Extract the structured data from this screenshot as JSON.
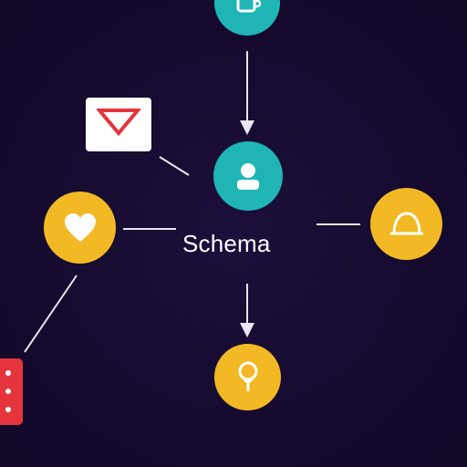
{
  "diagram": {
    "center_label": "Schema",
    "nodes": [
      {
        "id": "top",
        "icon": "cup-icon",
        "color": "#1fb5b4"
      },
      {
        "id": "center",
        "icon": "user-icon",
        "color": "#1fb5b4"
      },
      {
        "id": "left",
        "icon": "heart-icon",
        "color": "#f2b925"
      },
      {
        "id": "right",
        "icon": "bell-icon",
        "color": "#f2b925"
      },
      {
        "id": "bottom",
        "icon": "lightbulb-icon",
        "color": "#f2b925"
      },
      {
        "id": "envelope",
        "icon": "envelope-icon",
        "color": "#ffffff"
      },
      {
        "id": "side",
        "icon": "dots-icon",
        "color": "#e5343c"
      }
    ],
    "edges": [
      {
        "from": "top",
        "to": "center",
        "arrow": true
      },
      {
        "from": "envelope",
        "to": "center",
        "arrow": false
      },
      {
        "from": "left",
        "to": "center",
        "arrow": false
      },
      {
        "from": "right",
        "to": "center",
        "arrow": false
      },
      {
        "from": "center",
        "to": "bottom",
        "arrow": true
      },
      {
        "from": "left",
        "to": "side",
        "arrow": false
      }
    ],
    "line_color": "#e8e6f0"
  }
}
